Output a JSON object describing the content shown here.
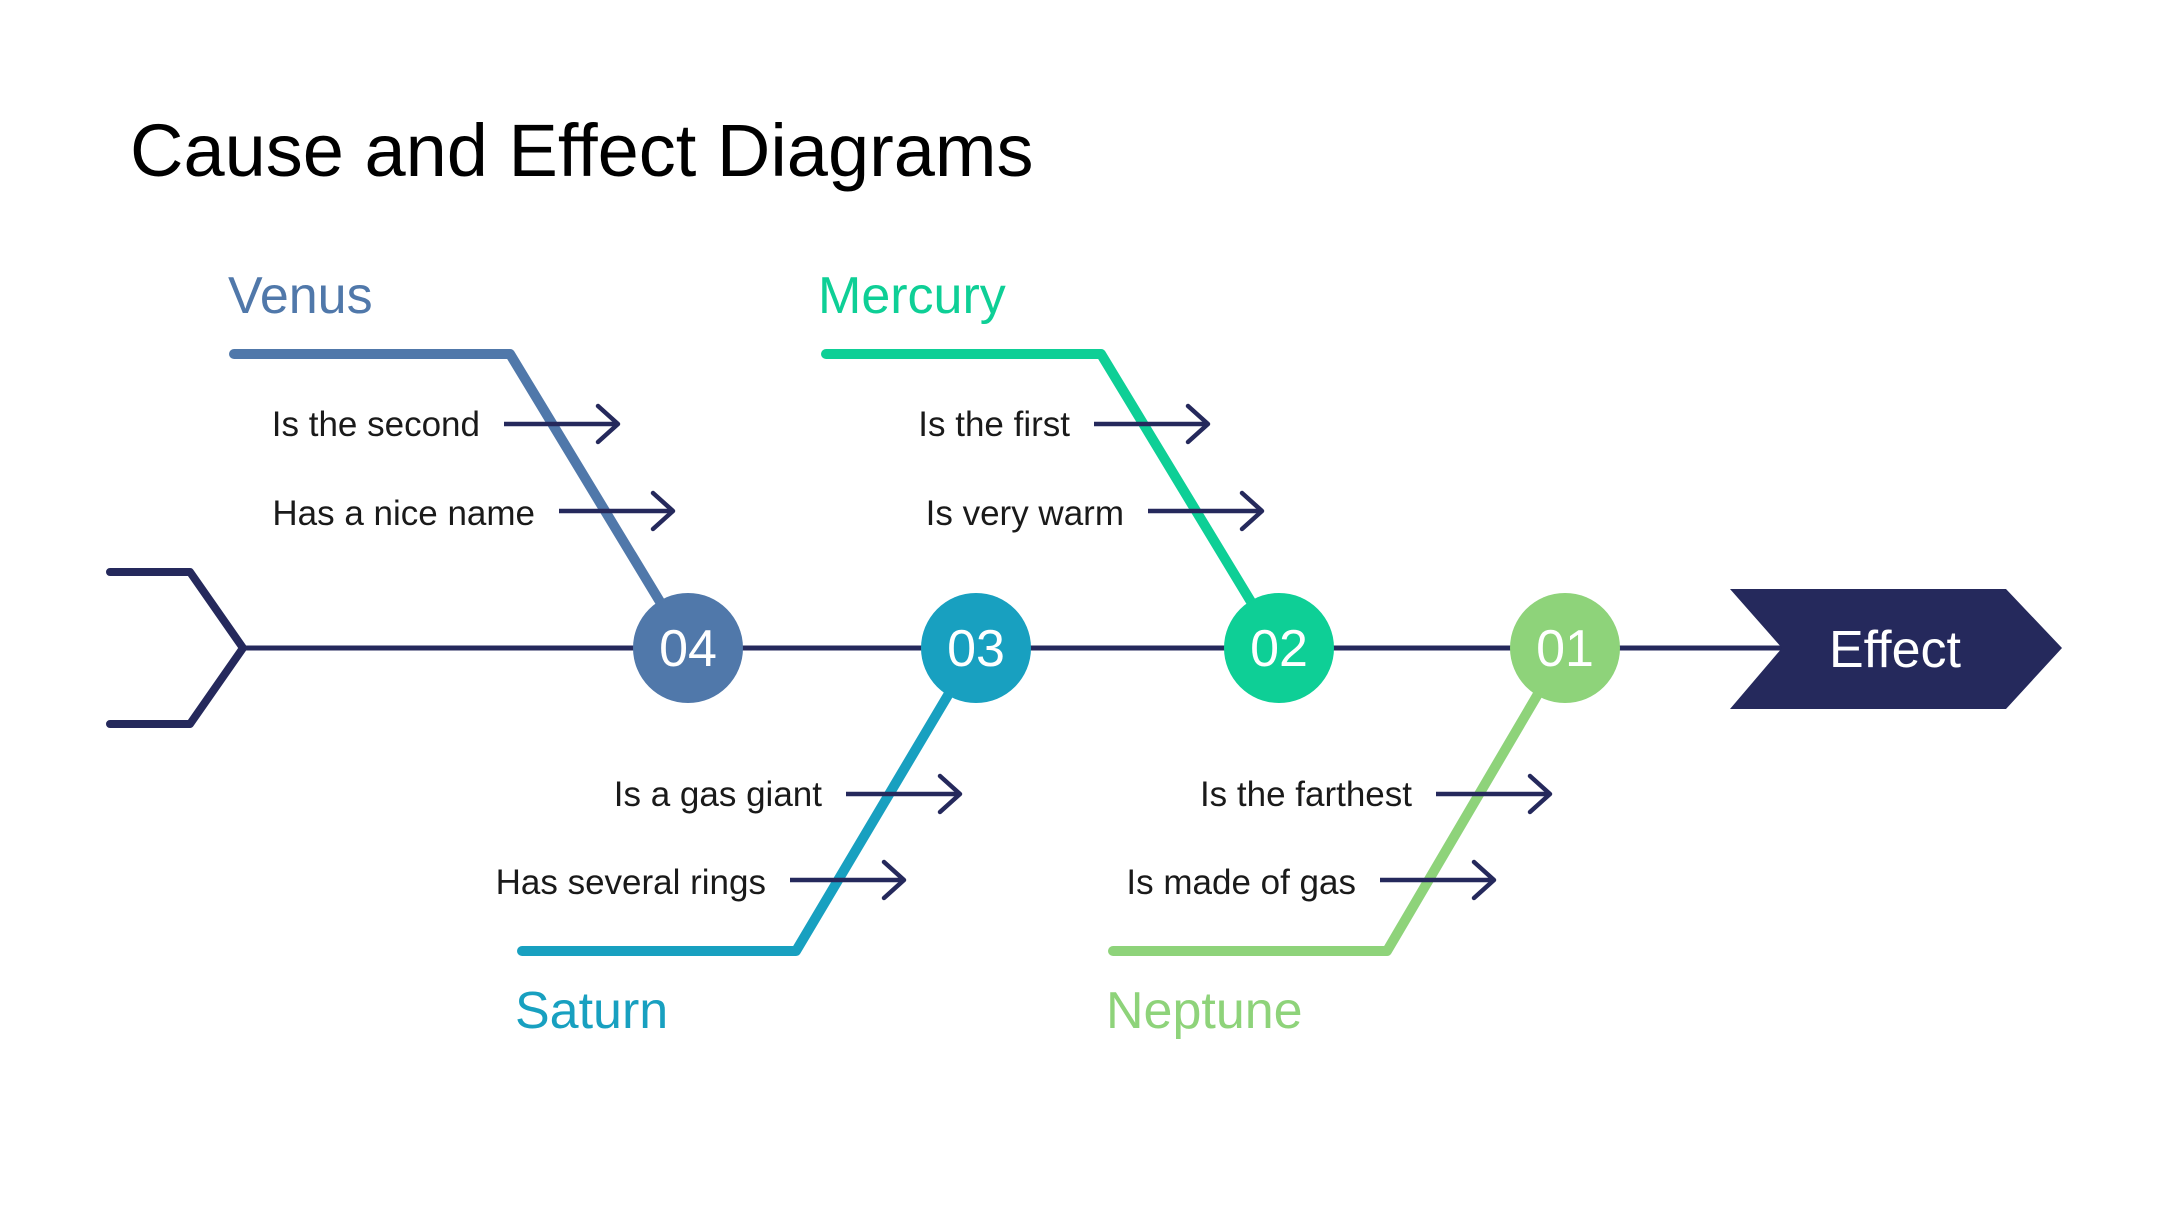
{
  "title": "Cause and Effect Diagrams",
  "colors": {
    "spine": "#25295c",
    "venus": "#5078aa",
    "saturn": "#18a0c0",
    "mercury": "#0ecf96",
    "neptune": "#8ed37a",
    "text": "#1a1a1a",
    "effect_text": "#ffffff"
  },
  "effect": {
    "label": "Effect"
  },
  "causes": [
    {
      "key": "venus",
      "name": "Venus",
      "number": "04",
      "items": [
        "Is the second",
        "Has a nice name"
      ]
    },
    {
      "key": "saturn",
      "name": "Saturn",
      "number": "03",
      "items": [
        "Is a gas giant",
        "Has several rings"
      ]
    },
    {
      "key": "mercury",
      "name": "Mercury",
      "number": "02",
      "items": [
        "Is the first",
        "Is very warm"
      ]
    },
    {
      "key": "neptune",
      "name": "Neptune",
      "number": "01",
      "items": [
        "Is the farthest",
        "Is made of gas"
      ]
    }
  ]
}
